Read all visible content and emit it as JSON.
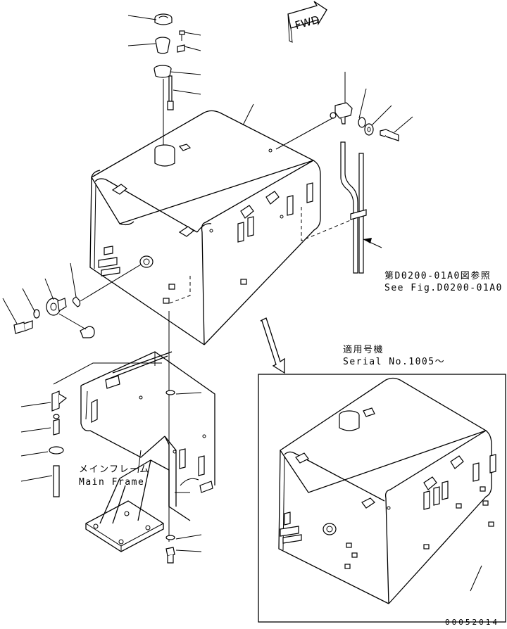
{
  "fwd_label": "FWD",
  "reference_note": {
    "jp": "第D0200-01A0図参照",
    "en": "See Fig.D0200-01A0"
  },
  "serial_note": {
    "jp": "適用号機",
    "en": "Serial No.1005～"
  },
  "main_frame": {
    "jp": "メインフレーム",
    "en": "Main Frame"
  },
  "doc_number": "00052014"
}
